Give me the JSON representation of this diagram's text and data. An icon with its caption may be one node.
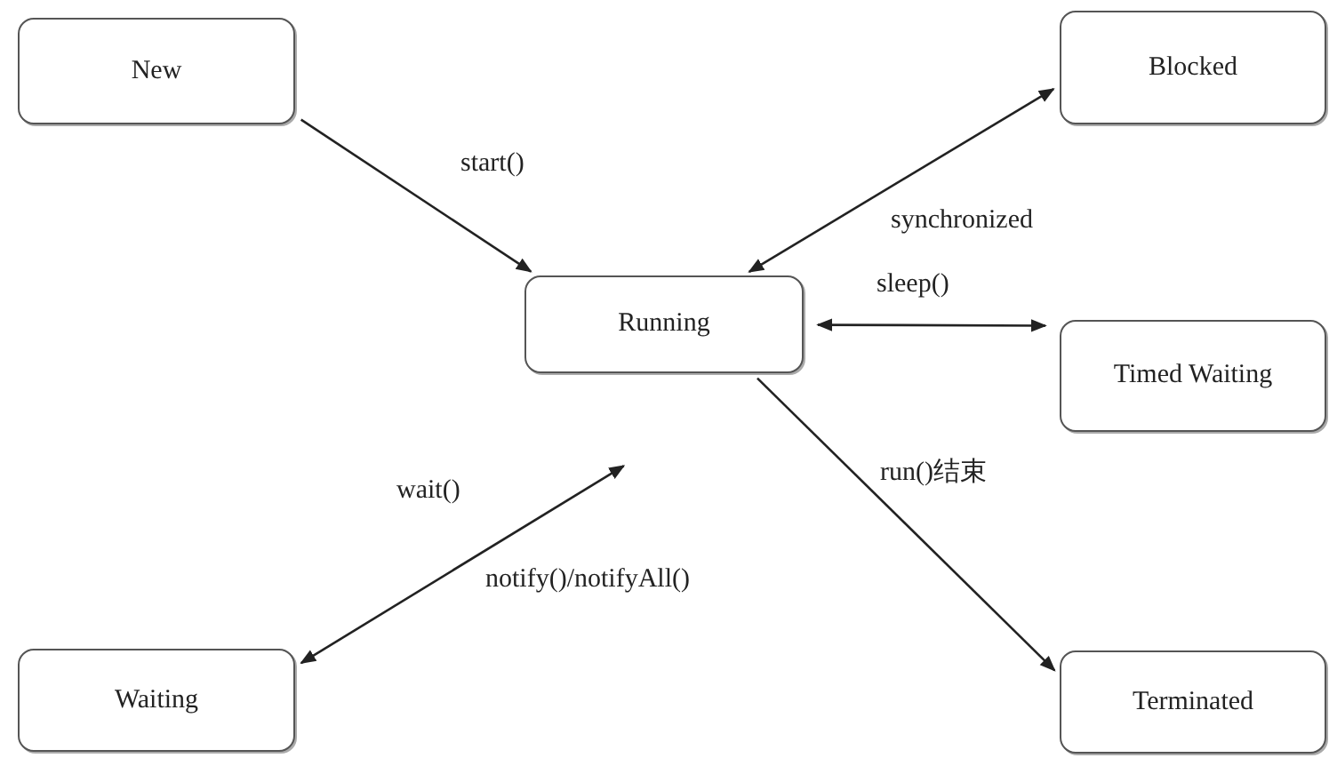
{
  "diagram": {
    "nodes": [
      {
        "text": [
          "New"
        ]
      },
      {
        "text": [
          "Blocked"
        ]
      },
      {
        "text": [
          "Running"
        ]
      },
      {
        "text": [
          "Timed Waiting"
        ]
      },
      {
        "text": [
          "Waiting"
        ]
      },
      {
        "text": [
          "Terminated"
        ]
      }
    ],
    "edges": [
      {
        "from": 0,
        "to": 2,
        "arrow": "to",
        "label": "start()"
      },
      {
        "from": 2,
        "to": 1,
        "arrow": "both",
        "label": "synchronized"
      },
      {
        "from": 2,
        "to": 3,
        "arrow": "both",
        "label": "sleep()"
      },
      {
        "from": 4,
        "to": 2,
        "arrow": "both",
        "label": "wait()"
      },
      {
        "from": 2,
        "to": 5,
        "arrow": "to",
        "label": "run()结束"
      }
    ],
    "labels": [
      "notify()/notifyAll()"
    ]
  }
}
